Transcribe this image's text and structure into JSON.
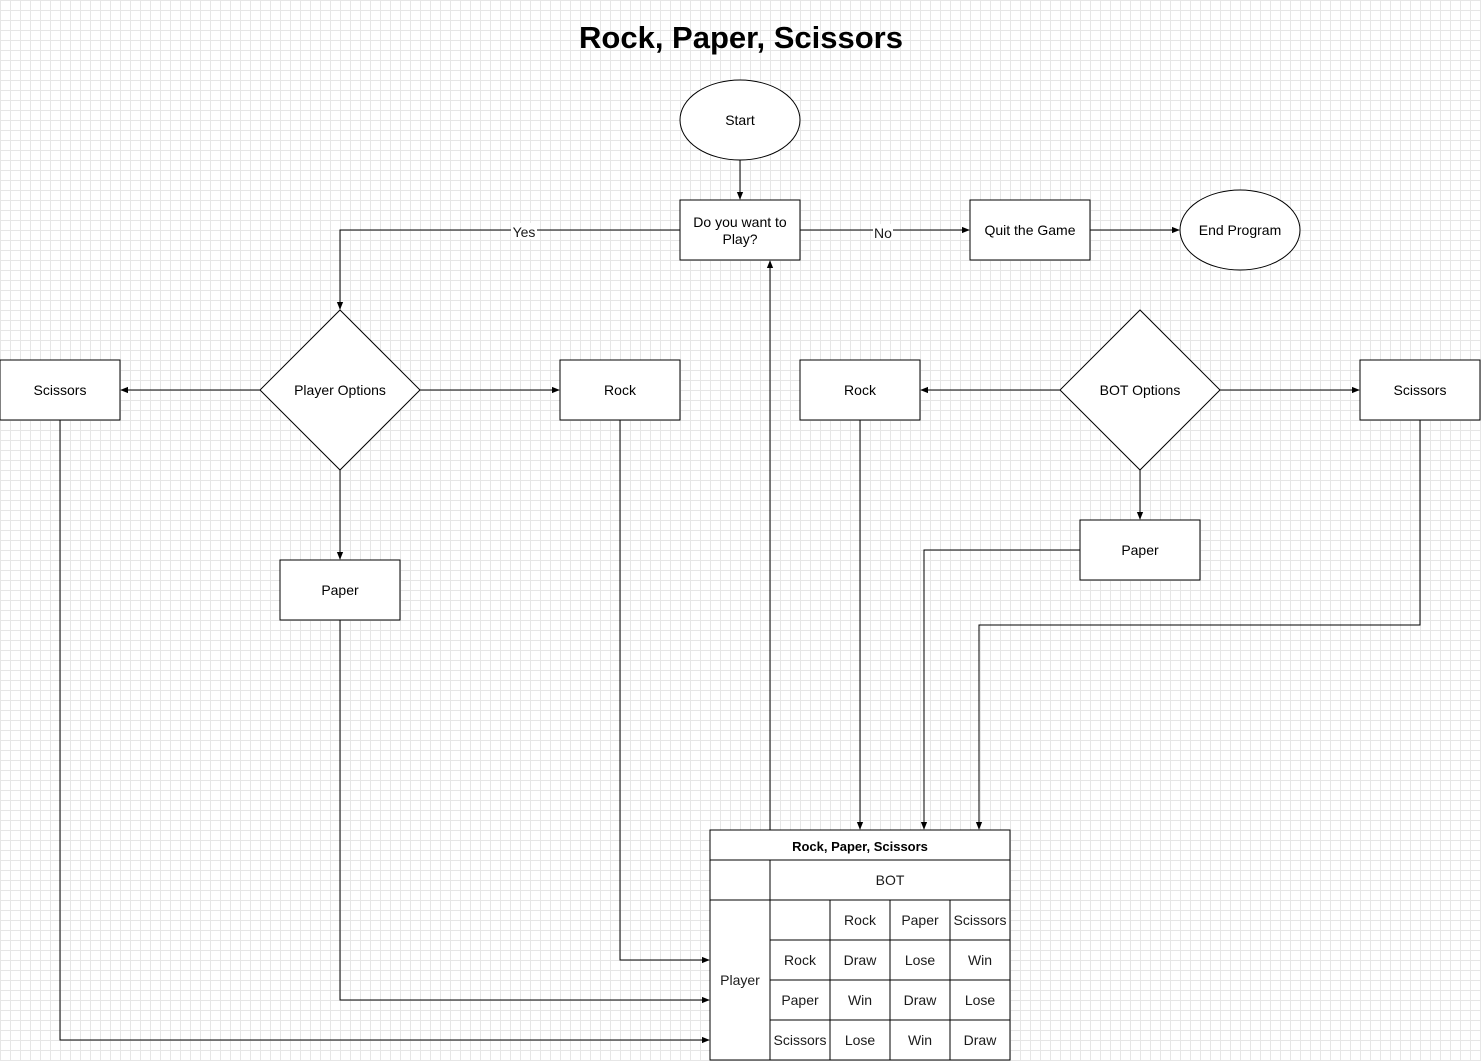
{
  "title": "Rock, Paper, Scissors",
  "nodes": {
    "start": "Start",
    "question": [
      "Do you want to",
      "Play?"
    ],
    "quit": "Quit the Game",
    "end": "End Program",
    "player_options": "Player Options",
    "bot_options": "BOT Options",
    "player_scissors": "Scissors",
    "player_rock": "Rock",
    "player_paper": "Paper",
    "bot_rock": "Rock",
    "bot_scissors": "Scissors",
    "bot_paper": "Paper"
  },
  "edges": {
    "yes": "Yes",
    "no": "No"
  },
  "table": {
    "title": "Rock, Paper, Scissors",
    "column_group": "BOT",
    "row_group": "Player",
    "columns": [
      "Rock",
      "Paper",
      "Scissors"
    ],
    "rows": [
      {
        "label": "Rock",
        "cells": [
          "Draw",
          "Lose",
          "Win"
        ]
      },
      {
        "label": "Paper",
        "cells": [
          "Win",
          "Draw",
          "Lose"
        ]
      },
      {
        "label": "Scissors",
        "cells": [
          "Lose",
          "Win",
          "Draw"
        ]
      }
    ]
  }
}
